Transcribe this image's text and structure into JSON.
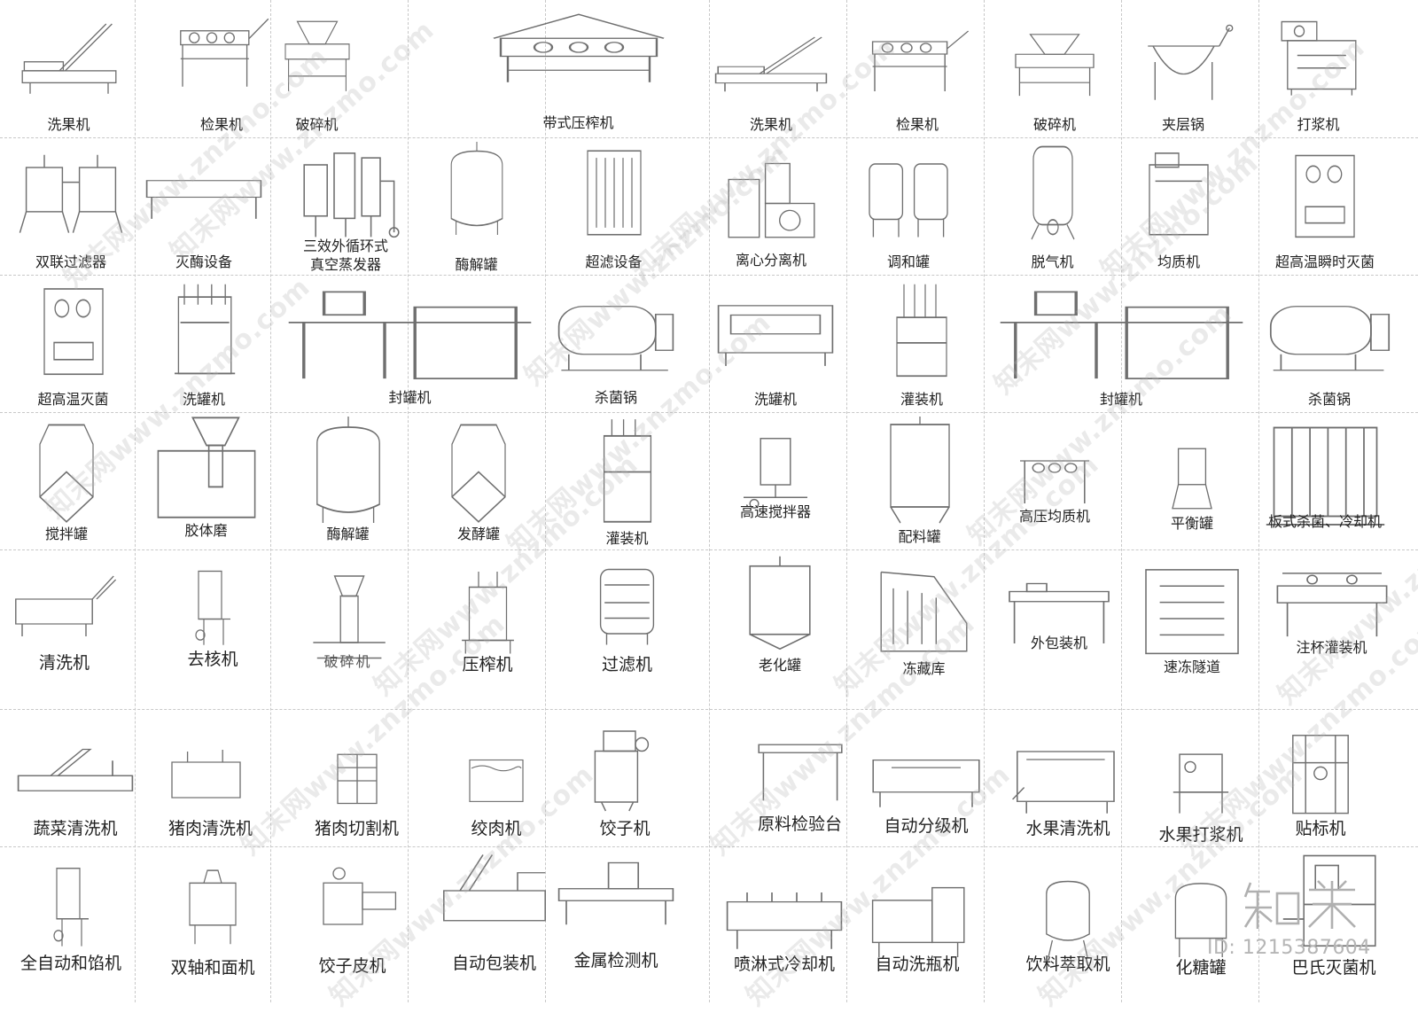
{
  "sheet": {
    "items": [
      "洗果机",
      "检果机",
      "破碎机",
      "带式压榨机",
      "洗果机",
      "检果机",
      "破碎机",
      "夹层锅",
      "打浆机",
      "双联过滤器",
      "灭酶设备",
      "三效外循环式真空蒸发器",
      "酶解罐",
      "超滤设备",
      "离心分离机",
      "调和罐",
      "脱气机",
      "均质机",
      "超高温瞬时灭菌",
      "超高温灭菌",
      "洗罐机",
      "封罐机",
      "杀菌锅",
      "洗罐机",
      "灌装机",
      "封罐机",
      "杀菌锅",
      "搅拌罐",
      "胶体磨",
      "酶解罐",
      "发酵罐",
      "灌装机",
      "高速搅拌器",
      "配料罐",
      "高压均质机",
      "平衡罐",
      "板式杀菌、冷却机",
      "清洗机",
      "去核机",
      "破碎机",
      "压榨机",
      "过滤机",
      "老化罐",
      "冻藏库",
      "外包装机",
      "速冻隧道",
      "注杯灌装机",
      "蔬菜清洗机",
      "猪肉清洗机",
      "猪肉切割机",
      "绞肉机",
      "饺子机",
      "原料检验台",
      "自动分级机",
      "水果清洗机",
      "水果打浆机",
      "贴标机",
      "全自动和馅机",
      "双轴和面机",
      "饺子皮机",
      "自动包装机",
      "金属检测机",
      "喷淋式冷却机",
      "自动洗瓶机",
      "饮料萃取机",
      "化糖罐",
      "巴氏灭菌机"
    ],
    "evap_line1": "三效外循环式",
    "evap_line2": "真空蒸发器"
  },
  "watermark": {
    "site": "知末网www.znzmo.com",
    "brand": "知末",
    "id_text": "ID: 1215387604"
  }
}
